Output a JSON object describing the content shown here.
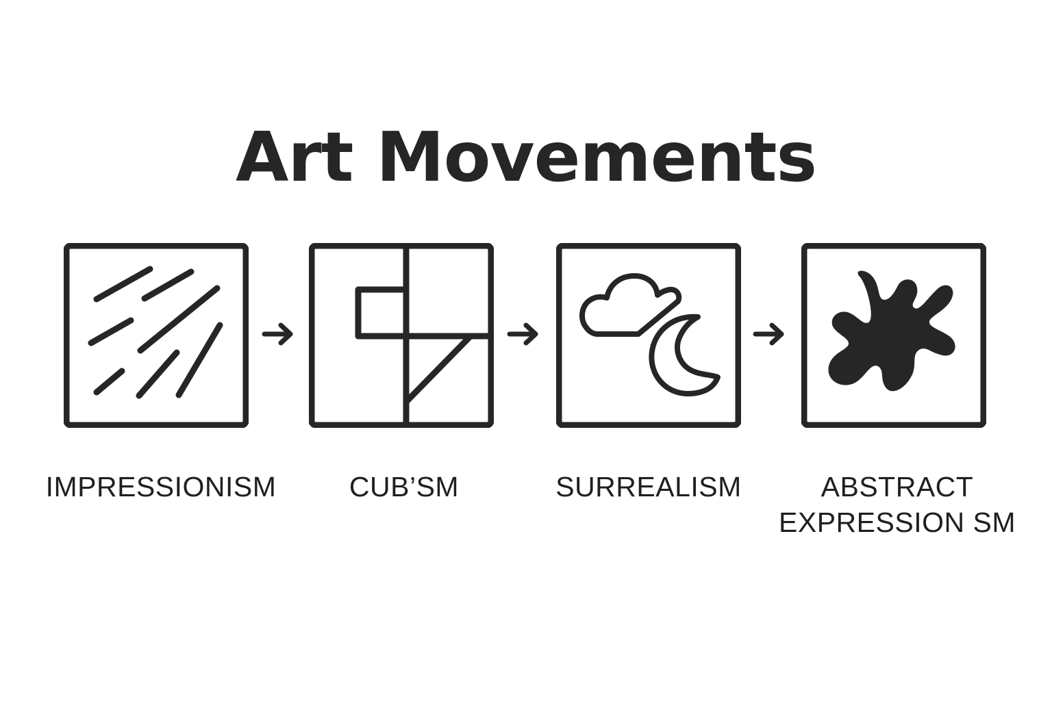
{
  "title": "Art Movements",
  "colors": {
    "ink": "#262626",
    "background": "#ffffff"
  },
  "movements": [
    {
      "label": "IMPRESSIONISM",
      "icon": "brush-strokes-icon"
    },
    {
      "label": "CUB’SM",
      "icon": "geometric-blocks-icon"
    },
    {
      "label": "SURREALISM",
      "icon": "cloud-moon-icon"
    },
    {
      "label": "ABSTRACT\nEXPRESSION SM",
      "label_line1": "ABSTRACT",
      "label_line2": "EXPRESSION SM",
      "icon": "paint-splash-icon"
    }
  ],
  "connectors": [
    "arrow-right-icon",
    "arrow-right-icon",
    "arrow-right-icon"
  ]
}
